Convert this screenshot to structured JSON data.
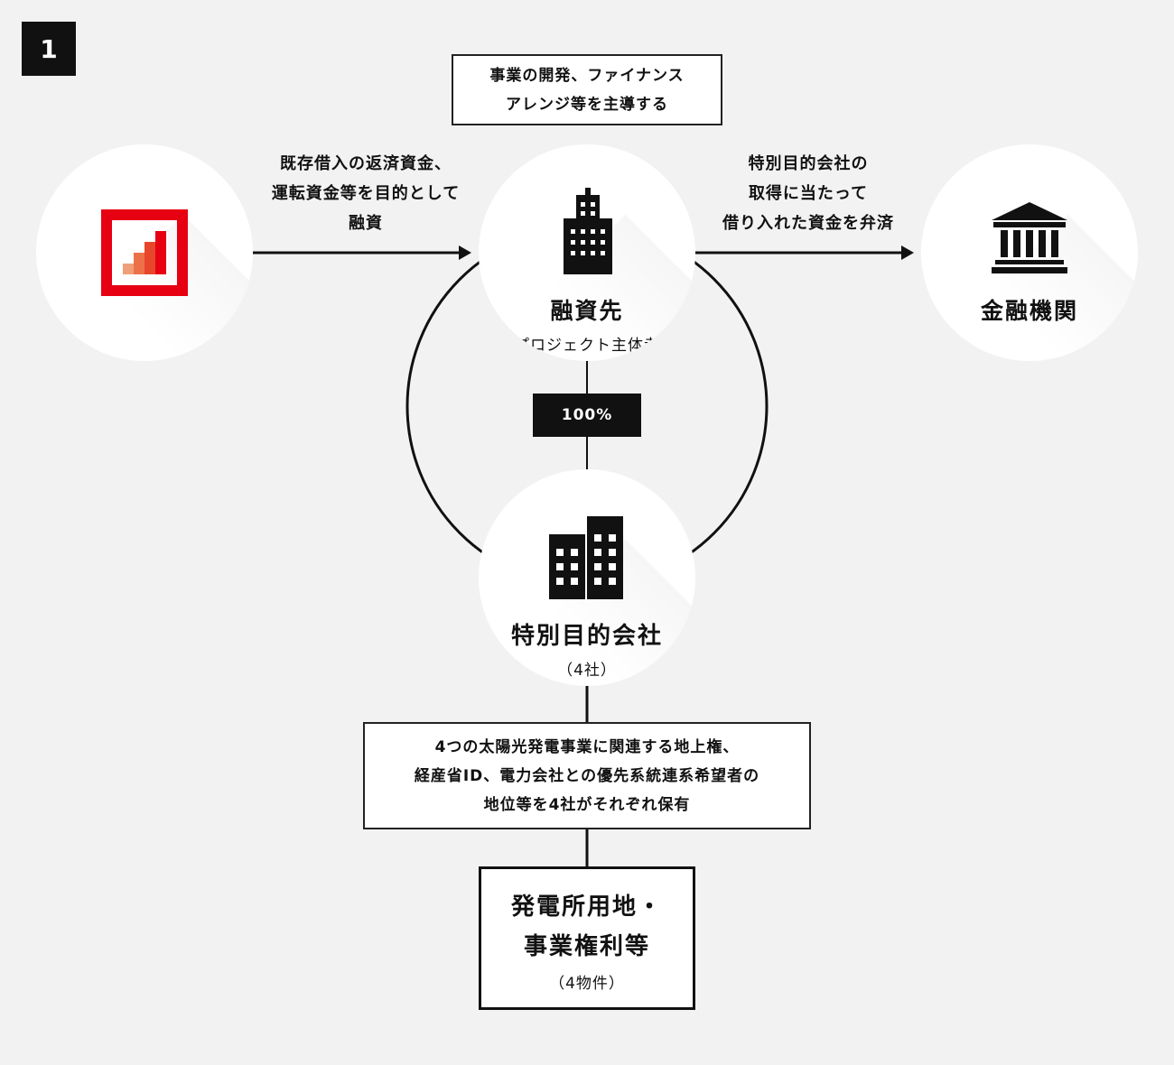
{
  "badge": "1",
  "top_note": [
    "事業の開発、ファイナンス",
    "アレンジ等を主導する"
  ],
  "left_arrow_label": [
    "既存借入の返済資金、",
    "運転資金等を目的として",
    "融資"
  ],
  "right_arrow_label": [
    "特別目的会社の",
    "取得に当たって",
    "借り入れた資金を弁済"
  ],
  "borrower": {
    "title": "融資先",
    "subtitle": "（プロジェクト主体者）"
  },
  "bank": {
    "title": "金融機関"
  },
  "ownership": "100%",
  "spc": {
    "title": "特別目的会社",
    "subtitle": "（4社）"
  },
  "rights_note": [
    "4つの太陽光発電事業に関連する地上権、",
    "経産省ID、電力会社との優先系統連系希望者の",
    "地位等を4社がそれぞれ保有"
  ],
  "assets": {
    "lines": [
      "発電所用地・",
      "事業権利等"
    ],
    "subtitle": "（4物件）"
  },
  "colors": {
    "brand_red": "#e60012",
    "background": "#f2f2f2",
    "ink": "#111111"
  }
}
